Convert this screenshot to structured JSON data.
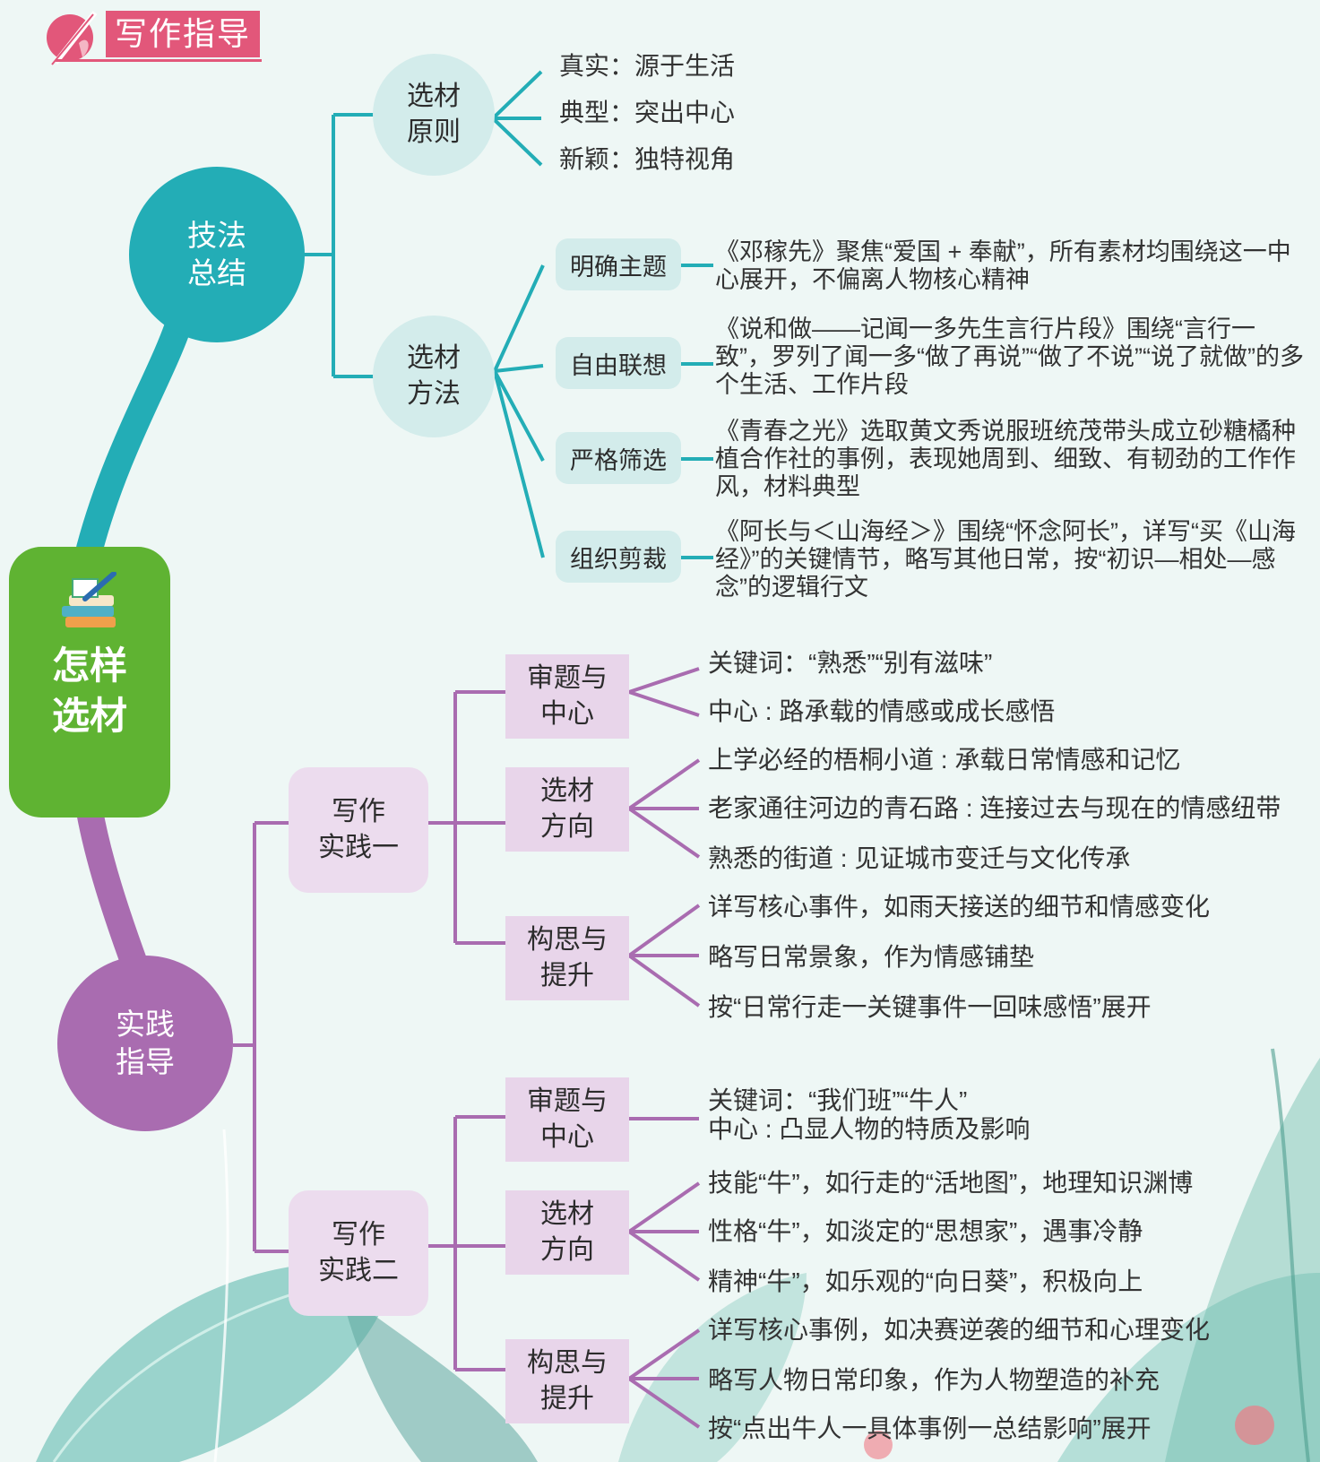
{
  "title": "写作指导",
  "center_topic": {
    "line1": "怎样",
    "line2": "选材"
  },
  "branch_technique": {
    "label": "技法\n总结",
    "principles": {
      "label": "选材\n原则",
      "items": [
        "真实：源于生活",
        "典型：突出中心",
        "新颖：独特视角"
      ]
    },
    "methods": {
      "label": "选材\n方法",
      "items": [
        {
          "name": "明确主题",
          "text": "《邓稼先》聚焦“爱国 + 奉献”，所有素材均围绕这一中心展开，不偏离人物核心精神"
        },
        {
          "name": "自由联想",
          "text": "《说和做——记闻一多先生言行片段》围绕“言行一致”，罗列了闻一多“做了再说”“做了不说”“说了就做”的多个生活、工作片段"
        },
        {
          "name": "严格筛选",
          "text": "《青春之光》选取黄文秀说服班统茂带头成立砂糖橘种植合作社的事例，表现她周到、细致、有韧劲的工作作风，材料典型"
        },
        {
          "name": "组织剪裁",
          "text": "《阿长与＜山海经＞》围绕“怀念阿长”，详写“买《山海经》”的关键情节，略写其他日常，按“初识—相处—感念”的逻辑行文"
        }
      ]
    }
  },
  "branch_practice": {
    "label": "实践\n指导",
    "practice1": {
      "label": "写作\n实践一",
      "groups": [
        {
          "name": "审题与\n中心",
          "items": [
            "关键词：“熟悉”“别有滋味”",
            "中心 : 路承载的情感或成长感悟"
          ]
        },
        {
          "name": "选材\n方向",
          "items": [
            "上学必经的梧桐小道 : 承载日常情感和记忆",
            "老家通往河边的青石路 : 连接过去与现在的情感纽带",
            "熟悉的街道 : 见证城市变迁与文化传承"
          ]
        },
        {
          "name": "构思与\n提升",
          "items": [
            "详写核心事件，如雨天接送的细节和情感变化",
            "略写日常景象，作为情感铺垫",
            "按“日常行走一关键事件一回味感悟”展开"
          ]
        }
      ]
    },
    "practice2": {
      "label": "写作\n实践二",
      "groups": [
        {
          "name": "审题与\n中心",
          "items": [
            "关键词：“我们班”“牛人”",
            "中心 : 凸显人物的特质及影响"
          ]
        },
        {
          "name": "选材\n方向",
          "items": [
            "技能“牛”，如行走的“活地图”，地理知识渊博",
            "性格“牛”，如淡定的“思想家”，遇事冷静",
            "精神“牛”，如乐观的“向日葵”，积极向上"
          ]
        },
        {
          "name": "构思与\n提升",
          "items": [
            "详写核心事例，如决赛逆袭的细节和心理变化",
            "略写人物日常印象，作为人物塑造的补充",
            "按“点出牛人一具体事例一总结影响”展开"
          ]
        }
      ]
    }
  },
  "colors": {
    "teal": "#23adb6",
    "teal_light": "#d3eceb",
    "purple": "#a96cb0",
    "purple_light": "#e8d5ea",
    "green": "#5fb332",
    "pink": "#e2577a",
    "background": "#eef7f5"
  },
  "icons": [
    "pen-logo-icon",
    "books-icon",
    "leaf-decoration-icon"
  ]
}
